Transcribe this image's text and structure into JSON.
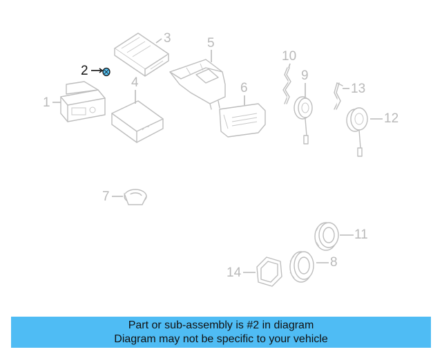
{
  "callouts": [
    {
      "id": "1",
      "label": "1"
    },
    {
      "id": "2",
      "label": "2"
    },
    {
      "id": "3",
      "label": "3"
    },
    {
      "id": "4",
      "label": "4"
    },
    {
      "id": "5",
      "label": "5"
    },
    {
      "id": "6",
      "label": "6"
    },
    {
      "id": "7",
      "label": "7"
    },
    {
      "id": "8",
      "label": "8"
    },
    {
      "id": "9",
      "label": "9"
    },
    {
      "id": "10",
      "label": "10"
    },
    {
      "id": "11",
      "label": "11"
    },
    {
      "id": "12",
      "label": "12"
    },
    {
      "id": "13",
      "label": "13"
    },
    {
      "id": "14",
      "label": "14"
    }
  ],
  "highlighted_part": "2",
  "colors": {
    "highlight": "#111111",
    "inactive": "#b9b9b9",
    "part_2_fill": "#55bff0",
    "banner": "#4fbcf4"
  },
  "caption": {
    "line1": "Part or sub-assembly is #2 in diagram",
    "line2": "Diagram may not be specific to your vehicle"
  }
}
